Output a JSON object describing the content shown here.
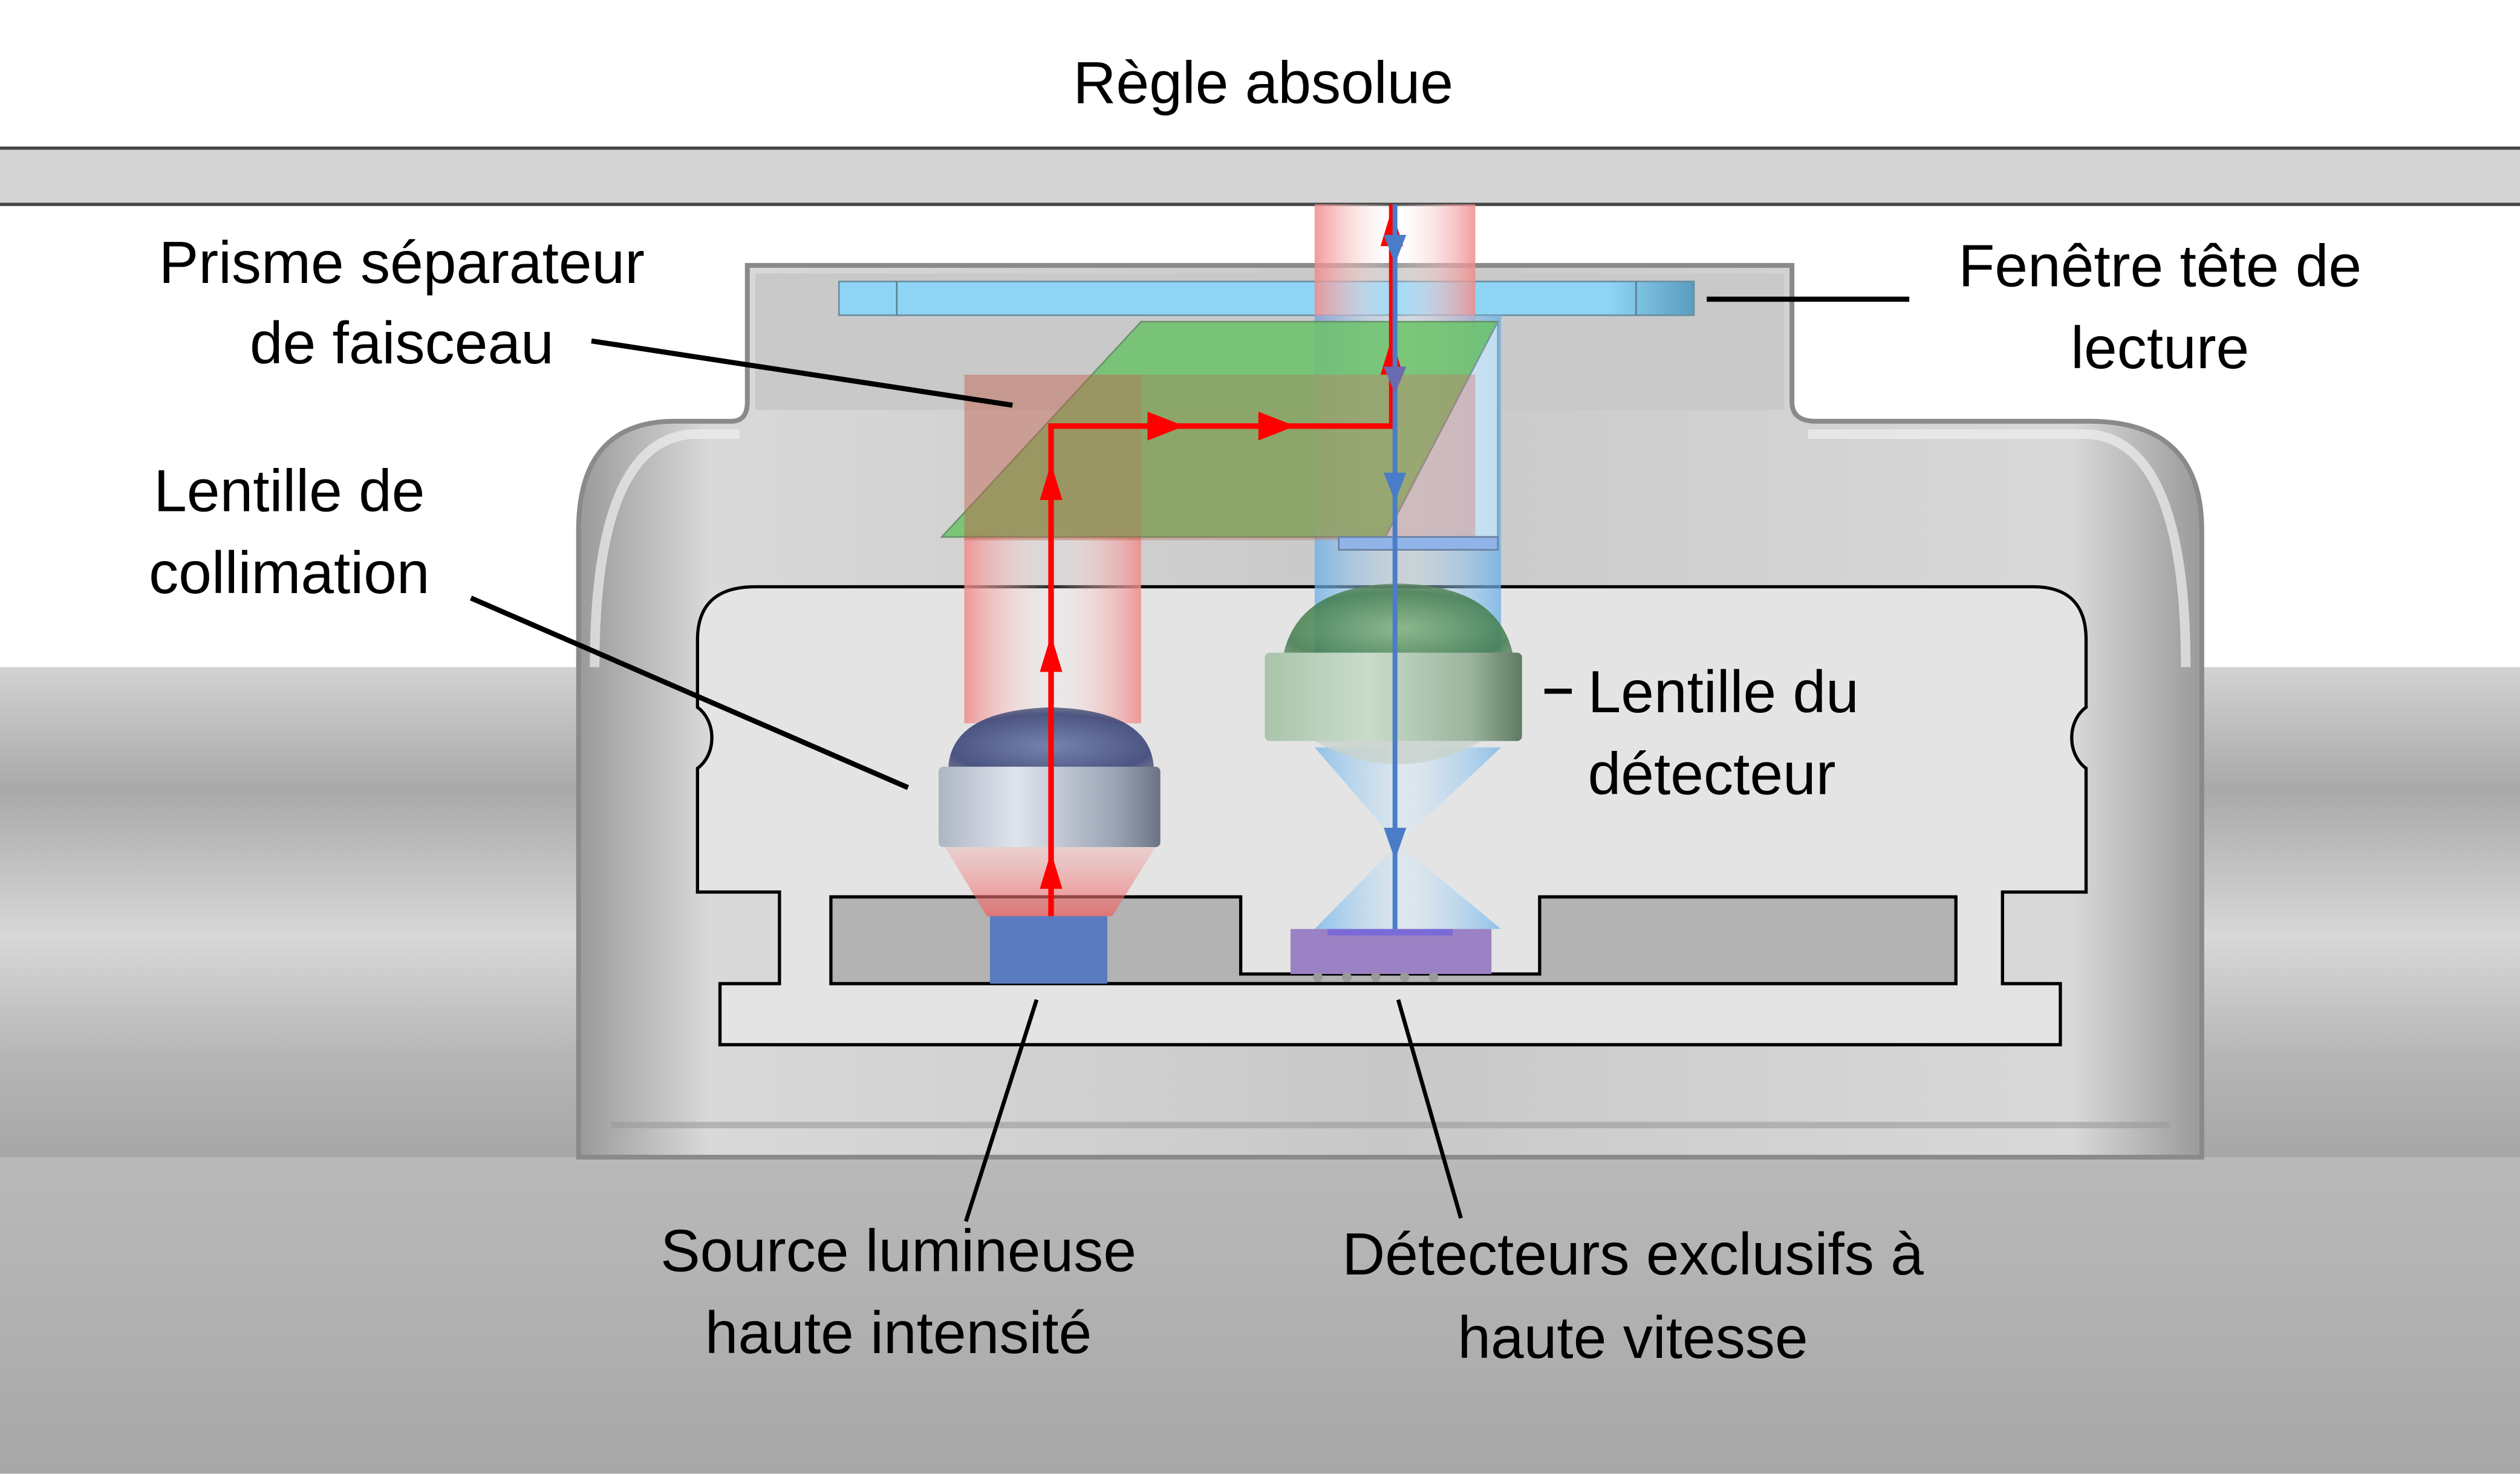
{
  "title": "Règle absolue",
  "labels": {
    "beam_splitter": [
      "Prisme séparateur",
      "de faisceau"
    ],
    "readhead_window": [
      "Fenêtre tête de",
      "lecture"
    ],
    "collimating_lens": [
      "Lentille de",
      "collimation"
    ],
    "detector_lens": [
      "Lentille du",
      "détecteur"
    ],
    "light_source": [
      "Source lumineuse",
      "haute intensité"
    ],
    "detectors": [
      "Détecteurs exclusifs à",
      "haute vitesse"
    ]
  },
  "colors": {
    "emitted_beam": "#ff0000",
    "returned_beam": "#4a7cc8",
    "prism": "#6cc36a",
    "window": "#8fd4f5",
    "source": "#5a7bbf",
    "detector": "#9b82c4",
    "collimating_lens_body": "#c4ccd8",
    "detector_lens_body": "#b7cfb8",
    "scale": "#d4d4d4",
    "housing": "#b8b8b8"
  }
}
